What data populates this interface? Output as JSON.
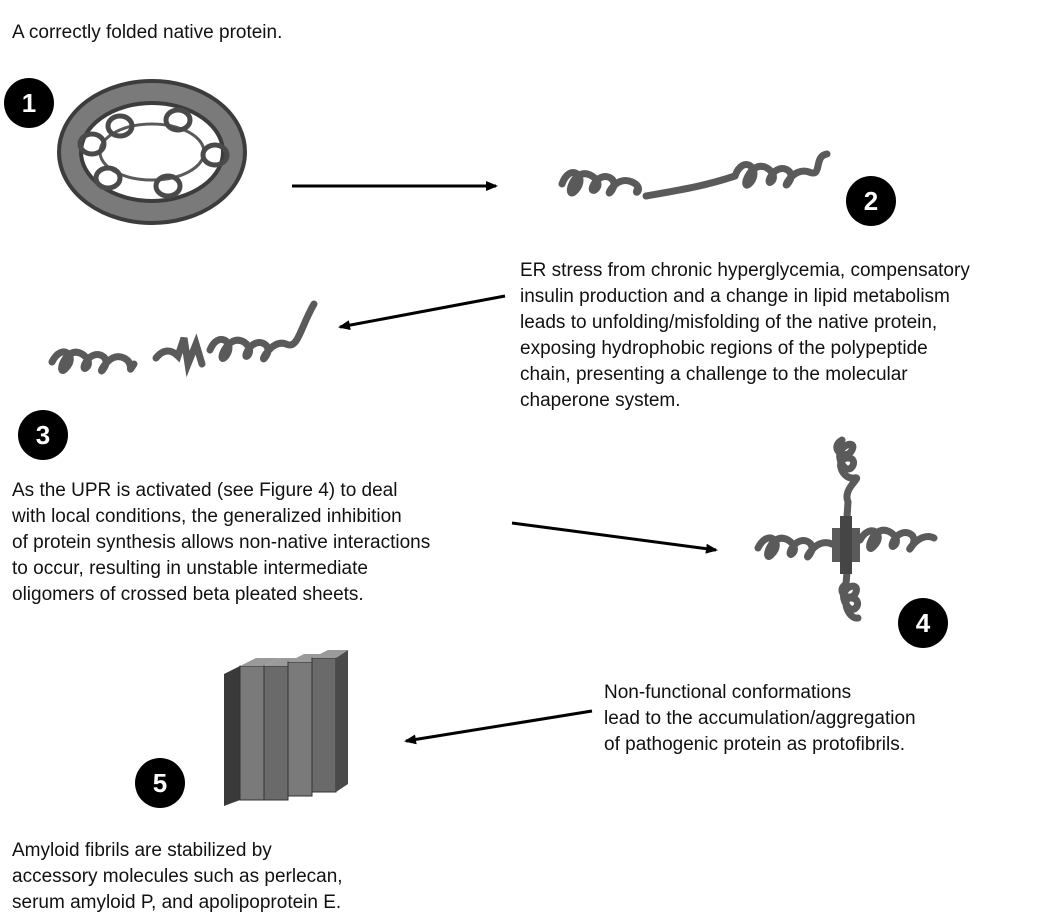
{
  "caption_top": "A correctly folded native protein.",
  "steps": [
    {
      "number": "1",
      "lines": []
    },
    {
      "number": "2",
      "lines": [
        "ER stress from chronic hyperglycemia, compensatory",
        "insulin production and a change in lipid metabolism",
        "leads to unfolding/misfolding of the native protein,",
        "exposing hydrophobic regions of the polypeptide",
        "chain, presenting a challenge to the molecular",
        "chaperone system."
      ]
    },
    {
      "number": "3",
      "lines": [
        "As the UPR is activated (see Figure 4) to deal",
        "with local conditions, the generalized inhibition",
        "of protein synthesis allows non-native interactions",
        "to occur, resulting in unstable intermediate",
        "oligomers of crossed beta pleated sheets."
      ]
    },
    {
      "number": "4",
      "lines": [
        "Non-functional conformations",
        "lead to the accumulation/aggregation",
        "of pathogenic protein as protofibrils."
      ]
    },
    {
      "number": "5",
      "lines": [
        "Amyloid fibrils are stabilized by",
        "accessory molecules such as perlecan,",
        "serum amyloid P, and apolipoprotein E."
      ]
    }
  ],
  "colors": {
    "protein": "#6e6e6e",
    "protein_dark": "#3c3c3c",
    "arrow": "#000000",
    "badge": "#000000"
  },
  "illustrations": [
    "native-protein-ring",
    "unfolded-protein-helix",
    "misfolded-protein-helix",
    "protein-oligomer-cross",
    "amyloid-fibril-bundle"
  ]
}
